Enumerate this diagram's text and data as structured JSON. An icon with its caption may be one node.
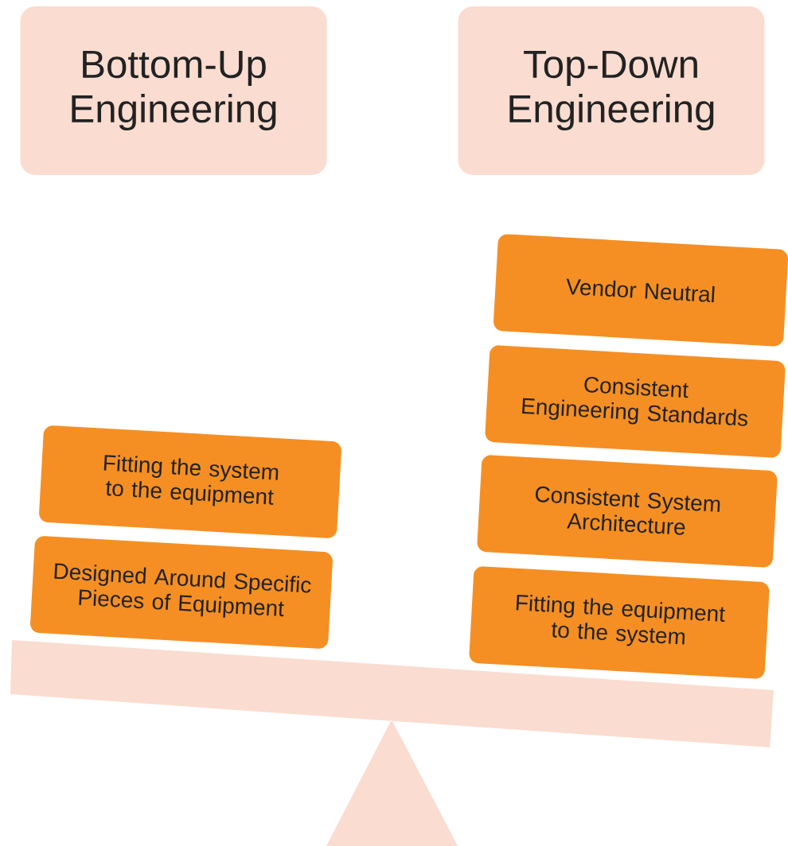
{
  "diagram": {
    "nodes": [
      {
        "text": [
          "Bottom-Up Engineering"
        ]
      },
      {
        "text": [
          "Top-Down Engineering"
        ]
      },
      {
        "text": [
          "Fitting the system to the equipment"
        ]
      },
      {
        "text": [
          "Designed Around Specific Pieces of Equipment"
        ]
      },
      {
        "text": [
          "Vendor Neutral"
        ]
      },
      {
        "text": [
          "Consistent Engineering Standards"
        ]
      },
      {
        "text": [
          "Consistent System Architecture"
        ]
      },
      {
        "text": [
          "Fitting the equipment to the system"
        ]
      }
    ]
  }
}
